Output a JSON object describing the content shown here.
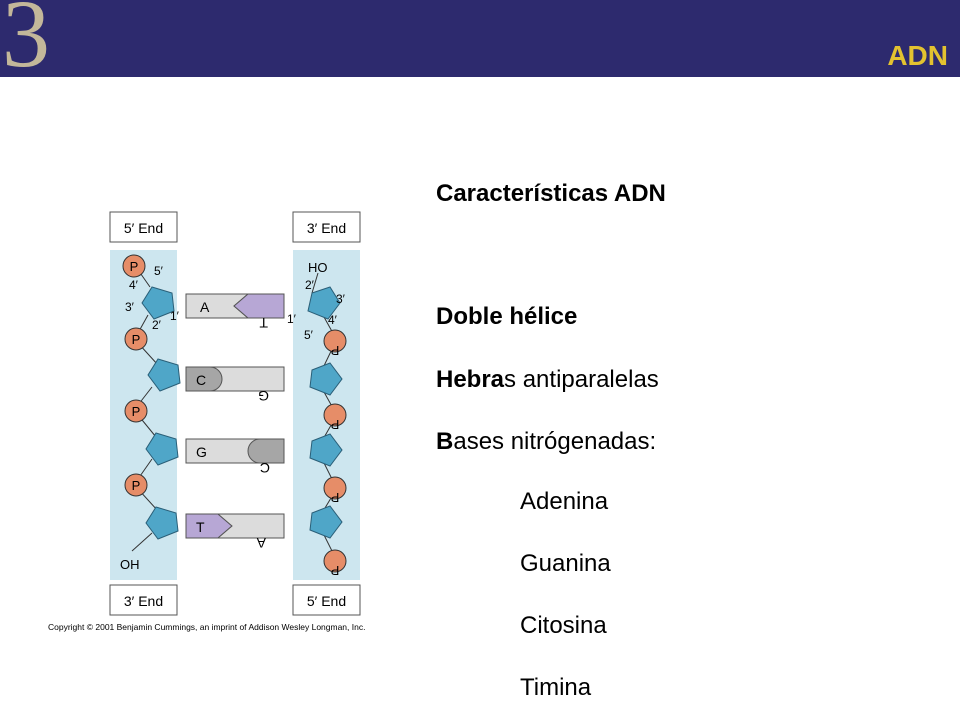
{
  "header": {
    "slide_number": "3",
    "topic": "ADN"
  },
  "panel": {
    "title": "Características ADN",
    "line1": "Doble hélice",
    "line2_bold": "Hebra",
    "line2_rest": "s antiparalelas",
    "line3_bold": "B",
    "line3_rest": "ases nitrógenadas:",
    "bases": [
      "Adenina",
      "Guanina",
      "Citosina",
      "Timina"
    ]
  },
  "diagram": {
    "left_top_label": "5′ End",
    "right_top_label": "3′ End",
    "left_bottom_label": "3′ End",
    "right_bottom_label": "5′ End",
    "phosphate": "P",
    "ho": "HO",
    "oh": "OH",
    "carbon_labels": [
      "5′",
      "4′",
      "3′",
      "2′",
      "1′"
    ],
    "pairs": [
      {
        "left": "A",
        "right": "T"
      },
      {
        "left": "C",
        "right": "G"
      },
      {
        "left": "G",
        "right": "C"
      },
      {
        "left": "T",
        "right": "A"
      }
    ],
    "copyright": "Copyright © 2001 Benjamin Cummings, an imprint of Addison Wesley Longman, Inc.",
    "colors": {
      "strand_bg": "#cde6ef",
      "sugar": "#4fa6c8",
      "phosphate": "#e68d68",
      "purine_light": "#dcdcdc",
      "dark_gray": "#a6a6a6",
      "purple": "#b7a7d5"
    }
  }
}
